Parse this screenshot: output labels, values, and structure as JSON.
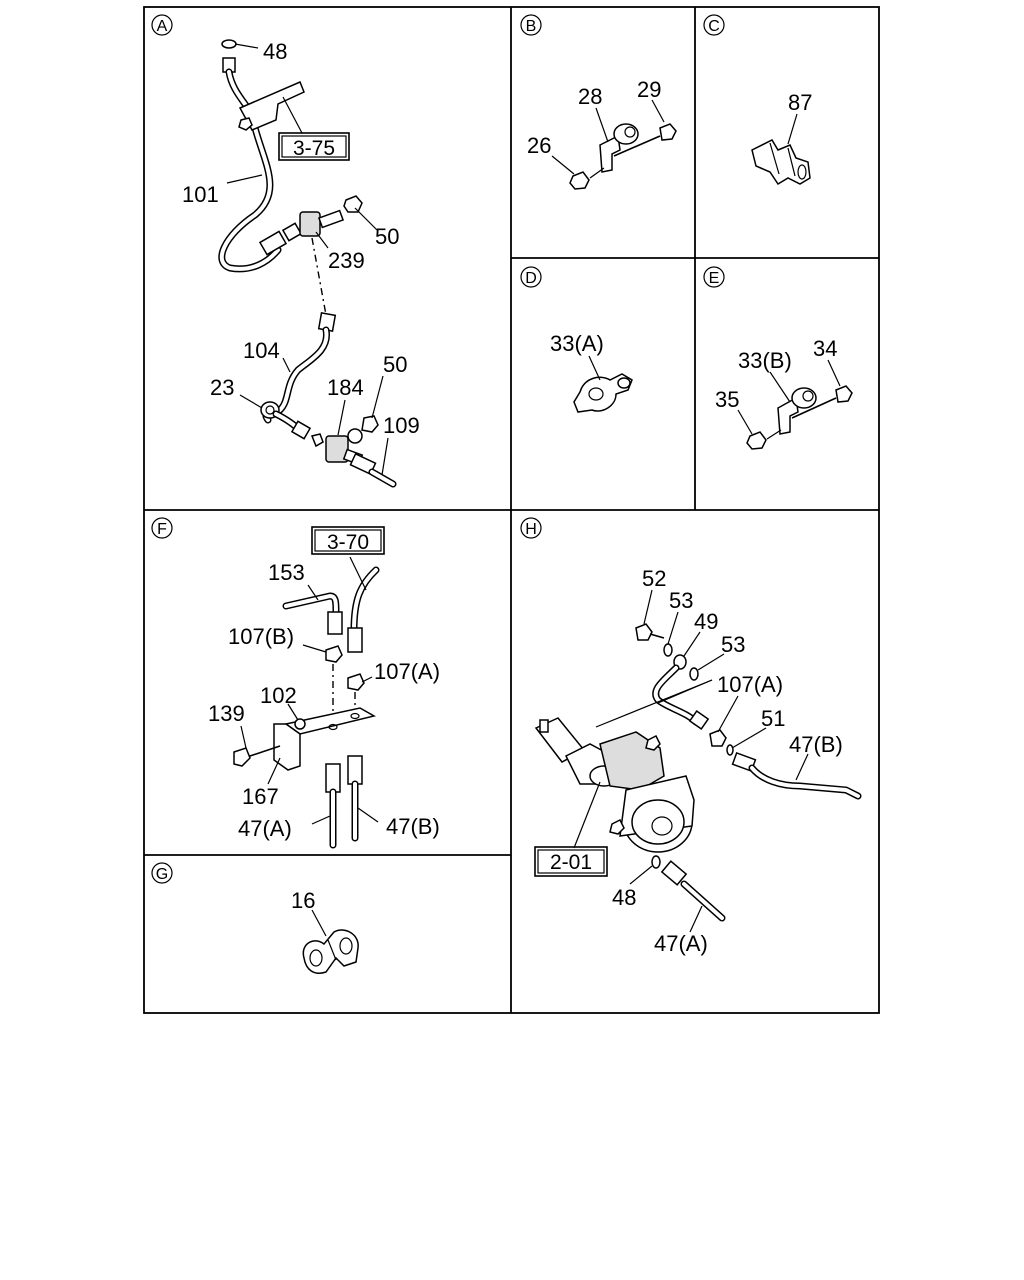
{
  "sections": {
    "A": {
      "letter": "A",
      "refs": [
        "3-75"
      ],
      "labels": [
        "48",
        "101",
        "50",
        "239",
        "104",
        "50",
        "23",
        "184",
        "109"
      ]
    },
    "B": {
      "letter": "B",
      "labels": [
        "28",
        "29",
        "26"
      ]
    },
    "C": {
      "letter": "C",
      "labels": [
        "87"
      ]
    },
    "D": {
      "letter": "D",
      "labels": [
        "33(A)"
      ]
    },
    "E": {
      "letter": "E",
      "labels": [
        "33(B)",
        "34",
        "35"
      ]
    },
    "F": {
      "letter": "F",
      "refs": [
        "3-70"
      ],
      "labels": [
        "153",
        "107(B)",
        "107(A)",
        "102",
        "139",
        "167",
        "47(A)",
        "47(B)"
      ]
    },
    "G": {
      "letter": "G",
      "labels": [
        "16"
      ]
    },
    "H": {
      "letter": "H",
      "refs": [
        "2-01"
      ],
      "labels": [
        "52",
        "53",
        "49",
        "53",
        "107(A)",
        "51",
        "47(B)",
        "48",
        "47(A)"
      ]
    }
  }
}
